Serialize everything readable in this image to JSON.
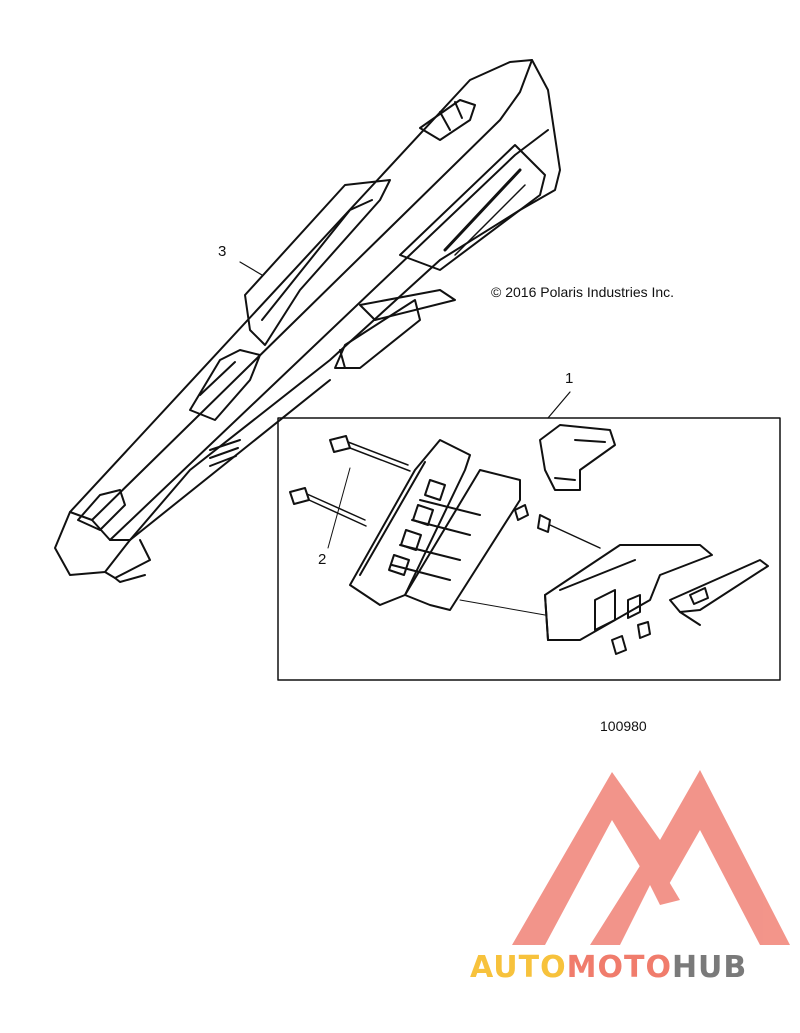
{
  "copyright": "© 2016 Polaris Industries Inc.",
  "callouts": {
    "one": "1",
    "two": "2",
    "three": "3"
  },
  "drawing_id": "100980",
  "watermark": {
    "part_a": "AUTO",
    "part_b": "MOTO",
    "part_c": "HUB",
    "colors": {
      "auto": "#f7c23c",
      "moto": "#f07c6c",
      "hub": "#7a7a7a",
      "logo": "#f28f84"
    }
  },
  "line_color": "#111111"
}
